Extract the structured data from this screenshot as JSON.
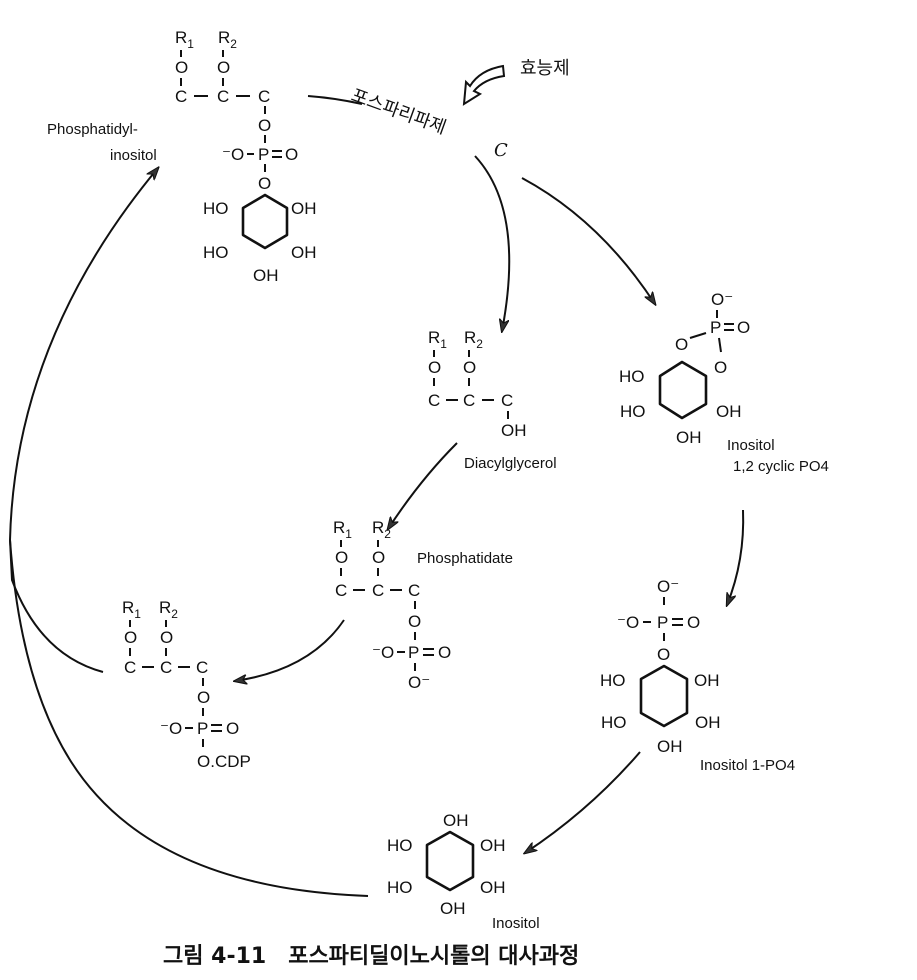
{
  "figure": {
    "caption_number": "그림 4-11",
    "caption_title": "포스파티딜이노시톨의 대사과정"
  },
  "enzyme": {
    "name": "포스파리파제",
    "suffix": "C",
    "activator": "효능제"
  },
  "compounds": {
    "phosphatidylinositol": {
      "label_line1": "Phosphatidyl-",
      "label_line2": "inositol"
    },
    "diacylglycerol": {
      "label": "Diacylglycerol"
    },
    "phosphatidate": {
      "label": "Phosphatidate"
    },
    "cdp_diacylglycerol": {
      "tail": "O.CDP"
    },
    "inositol_cyclic": {
      "label_line1": "Inositol",
      "label_line2": "1,2 cyclic PO4"
    },
    "inositol_1p": {
      "label": "Inositol 1-PO4"
    },
    "inositol": {
      "label": "Inositol"
    }
  },
  "atoms": {
    "R1": "R",
    "R1_sub": "1",
    "R2": "R",
    "R2_sub": "2",
    "O": "O",
    "C": "C",
    "OH": "OH",
    "HO": "HO",
    "P": "P",
    "O_minus": "O⁻",
    "minus_O": "⁻O"
  },
  "pathway": [
    {
      "from": "Phosphatidylinositol",
      "to": "Diacylglycerol",
      "via": "포스파리파제 C"
    },
    {
      "from": "Phosphatidylinositol",
      "to": "Inositol 1,2 cyclic PO4",
      "via": "포스파리파제 C"
    },
    {
      "from": "Diacylglycerol",
      "to": "Phosphatidate"
    },
    {
      "from": "Phosphatidate",
      "to": "CDP-diacylglycerol"
    },
    {
      "from": "Inositol 1,2 cyclic PO4",
      "to": "Inositol 1-PO4"
    },
    {
      "from": "Inositol 1-PO4",
      "to": "Inositol"
    },
    {
      "from": "CDP-diacylglycerol",
      "to": "Phosphatidylinositol"
    },
    {
      "from": "Inositol",
      "to": "Phosphatidylinositol"
    }
  ]
}
